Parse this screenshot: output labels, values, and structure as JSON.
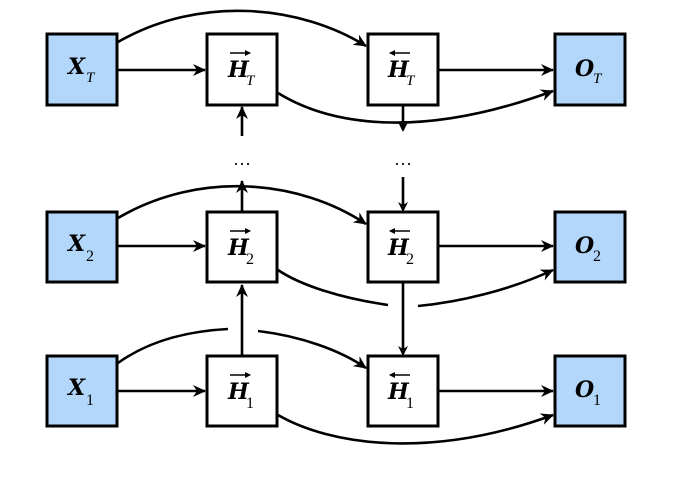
{
  "diagram": {
    "title": "Bidirectional RNN architecture",
    "colors": {
      "io_fill": "#b3d7fb",
      "hidden_fill": "#ffffff",
      "stroke": "#000000"
    },
    "rows": [
      {
        "step": "T",
        "input": {
          "base": "X",
          "sub": "T"
        },
        "forward": {
          "base": "H",
          "sub": "T",
          "arrow": "right"
        },
        "backward": {
          "base": "H",
          "sub": "T",
          "arrow": "left"
        },
        "output": {
          "base": "O",
          "sub": "T"
        }
      },
      {
        "step": "2",
        "input": {
          "base": "X",
          "sub": "2"
        },
        "forward": {
          "base": "H",
          "sub": "2",
          "arrow": "right"
        },
        "backward": {
          "base": "H",
          "sub": "2",
          "arrow": "left"
        },
        "output": {
          "base": "O",
          "sub": "2"
        }
      },
      {
        "step": "1",
        "input": {
          "base": "X",
          "sub": "1"
        },
        "forward": {
          "base": "H",
          "sub": "1",
          "arrow": "right"
        },
        "backward": {
          "base": "H",
          "sub": "1",
          "arrow": "left"
        },
        "output": {
          "base": "O",
          "sub": "1"
        }
      }
    ],
    "ellipsis": "…",
    "edges": [
      "X_t -> forward H_t",
      "X_t -> backward H_t",
      "forward H_t -> O_t",
      "backward H_t -> O_t",
      "forward H_1 -> forward H_2 -> … -> forward H_T",
      "backward H_T -> … -> backward H_2 -> backward H_1"
    ]
  }
}
